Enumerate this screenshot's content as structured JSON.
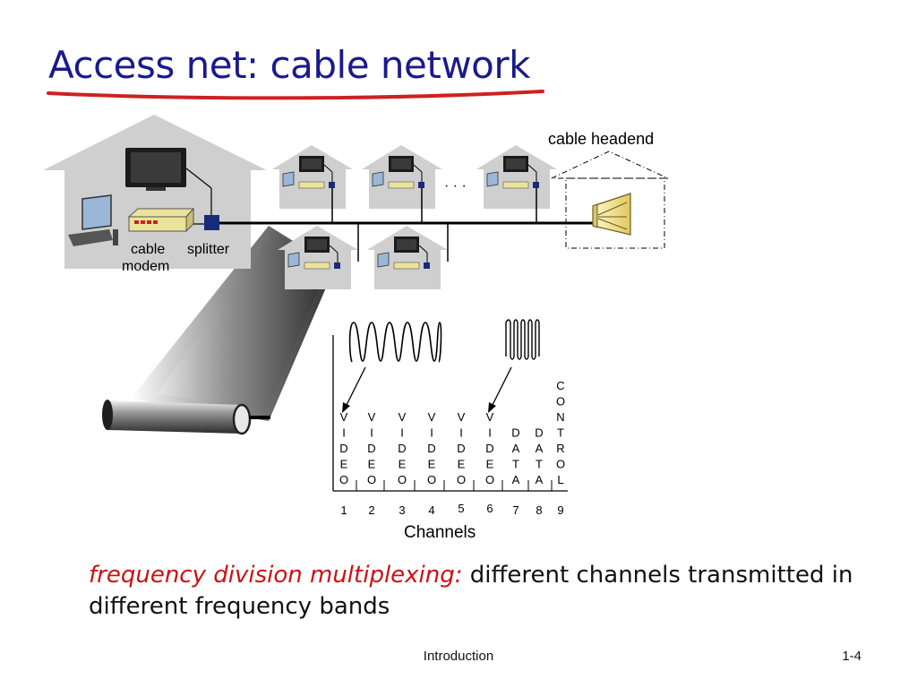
{
  "slide": {
    "title": "Access net: cable network",
    "title_color": "#1a1a8c",
    "underline_color": "#cc2222"
  },
  "diagram": {
    "headend_label": "cable headend",
    "cable_modem_label_1": "cable",
    "cable_modem_label_2": "modem",
    "splitter_label": "splitter",
    "ellipsis": "· · ·",
    "channels_label": "Channels",
    "channels": [
      {
        "number": "1",
        "letters": [
          "V",
          "I",
          "D",
          "E",
          "O"
        ]
      },
      {
        "number": "2",
        "letters": [
          "V",
          "I",
          "D",
          "E",
          "O"
        ]
      },
      {
        "number": "3",
        "letters": [
          "V",
          "I",
          "D",
          "E",
          "O"
        ]
      },
      {
        "number": "4",
        "letters": [
          "V",
          "I",
          "D",
          "E",
          "O"
        ]
      },
      {
        "number": "5",
        "letters": [
          "V",
          "I",
          "D",
          "E",
          "O"
        ]
      },
      {
        "number": "6",
        "letters": [
          "V",
          "I",
          "D",
          "E",
          "O"
        ]
      },
      {
        "number": "7",
        "letters": [
          "D",
          "A",
          "T",
          "A"
        ]
      },
      {
        "number": "8",
        "letters": [
          "D",
          "A",
          "T",
          "A"
        ]
      },
      {
        "number": "9",
        "letters": [
          "C",
          "O",
          "N",
          "T",
          "R",
          "O",
          "L"
        ]
      }
    ]
  },
  "body": {
    "emphasis": "frequency division multiplexing:",
    "text": " different channels transmitted in different frequency bands",
    "emphasis_color": "#cc1111"
  },
  "footer": {
    "center": "Introduction",
    "page": "1-4"
  }
}
